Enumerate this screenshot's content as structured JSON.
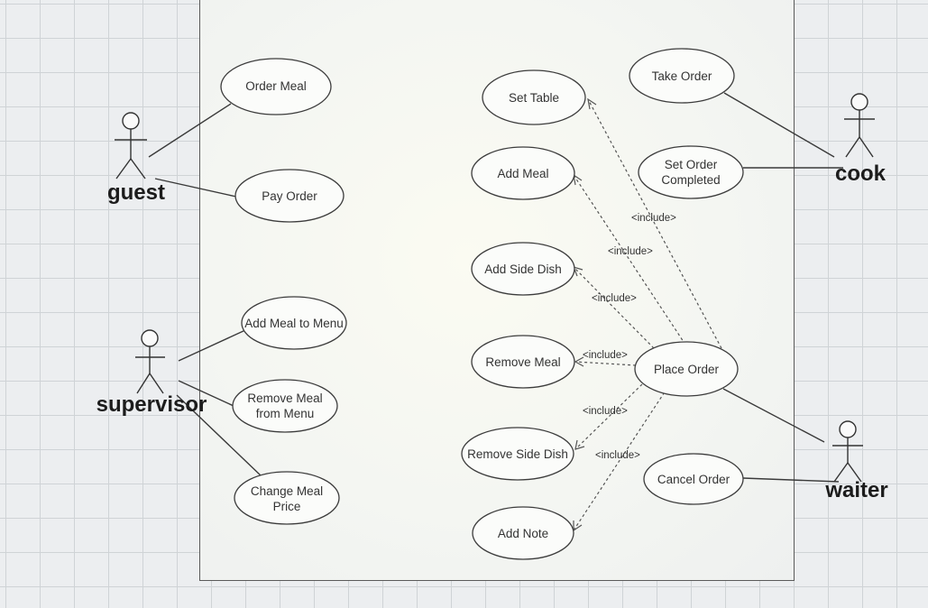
{
  "actors": {
    "guest": "guest",
    "supervisor": "supervisor",
    "cook": "cook",
    "waiter": "waiter"
  },
  "use_cases": {
    "order_meal": "Order Meal",
    "pay_order": "Pay Order",
    "add_meal_to_menu": "Add Meal to Menu",
    "remove_meal_from_menu_1": "Remove Meal",
    "remove_meal_from_menu_2": "from Menu",
    "change_meal_price_1": "Change Meal",
    "change_meal_price_2": "Price",
    "set_table": "Set Table",
    "add_meal": "Add Meal",
    "add_side_dish": "Add Side Dish",
    "remove_meal": "Remove Meal",
    "remove_side_dish": "Remove Side Dish",
    "add_note": "Add Note",
    "take_order": "Take Order",
    "set_order_completed_1": "Set Order",
    "set_order_completed_2": "Completed",
    "place_order": "Place Order",
    "cancel_order": "Cancel Order"
  },
  "relations": {
    "include_1": "<include>",
    "include_2": "<include>",
    "include_3": "<include>",
    "include_4": "<include>",
    "include_5": "<include>",
    "include_6": "<include>"
  },
  "colors": {
    "line": "#3a3a3a",
    "ellipse_fill": "#fbfcfa",
    "grid": "#cfd3d6"
  }
}
